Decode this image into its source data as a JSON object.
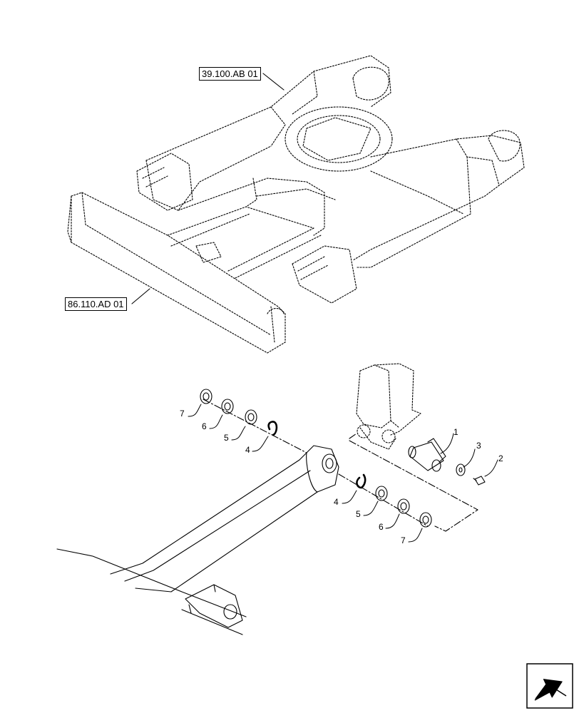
{
  "references": [
    {
      "id": "ref-frame",
      "label": "39.100.AB 01"
    },
    {
      "id": "ref-blade",
      "label": "86.110.AD 01"
    }
  ],
  "callouts": {
    "left_group": [
      "7",
      "6",
      "5",
      "4"
    ],
    "right_group": [
      "4",
      "5",
      "6",
      "7"
    ],
    "pin": "1",
    "bolt": "2",
    "washer": "3"
  },
  "nav_icon": "next-page-arrow-icon"
}
